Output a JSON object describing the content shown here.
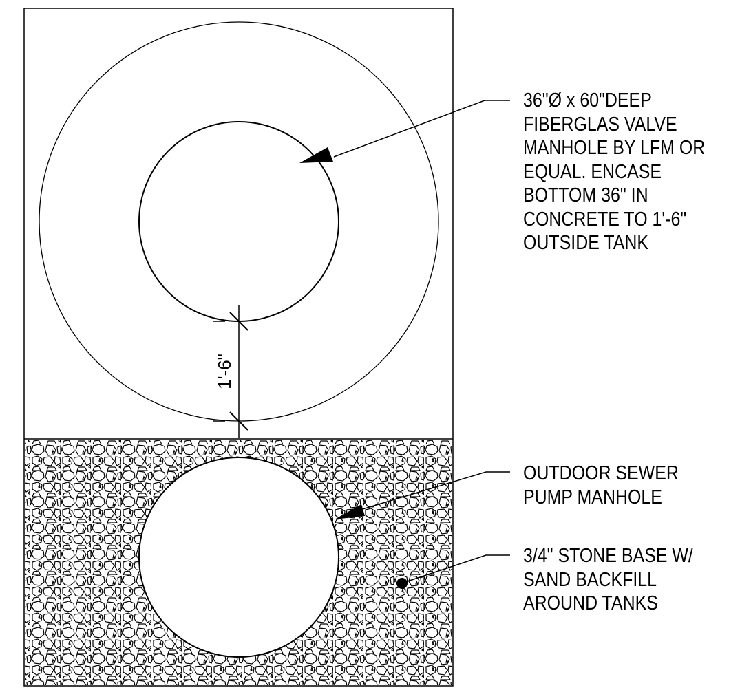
{
  "callouts": {
    "valve_manhole": [
      "36\"Ø x 60\"DEEP",
      "FIBERGLAS VALVE",
      "MANHOLE BY LFM OR",
      "EQUAL.  ENCASE",
      "BOTTOM 36\" IN",
      "CONCRETE TO 1'-6\"",
      "OUTSIDE TANK"
    ],
    "pump_manhole": [
      "OUTDOOR SEWER",
      "PUMP MANHOLE"
    ],
    "stone_base": [
      "3/4\" STONE BASE W/",
      "SAND BACKFILL",
      "AROUND TANKS"
    ]
  },
  "dimension": {
    "text": "1'-6\""
  },
  "colors": {
    "line": "#000000",
    "background": "#ffffff"
  }
}
